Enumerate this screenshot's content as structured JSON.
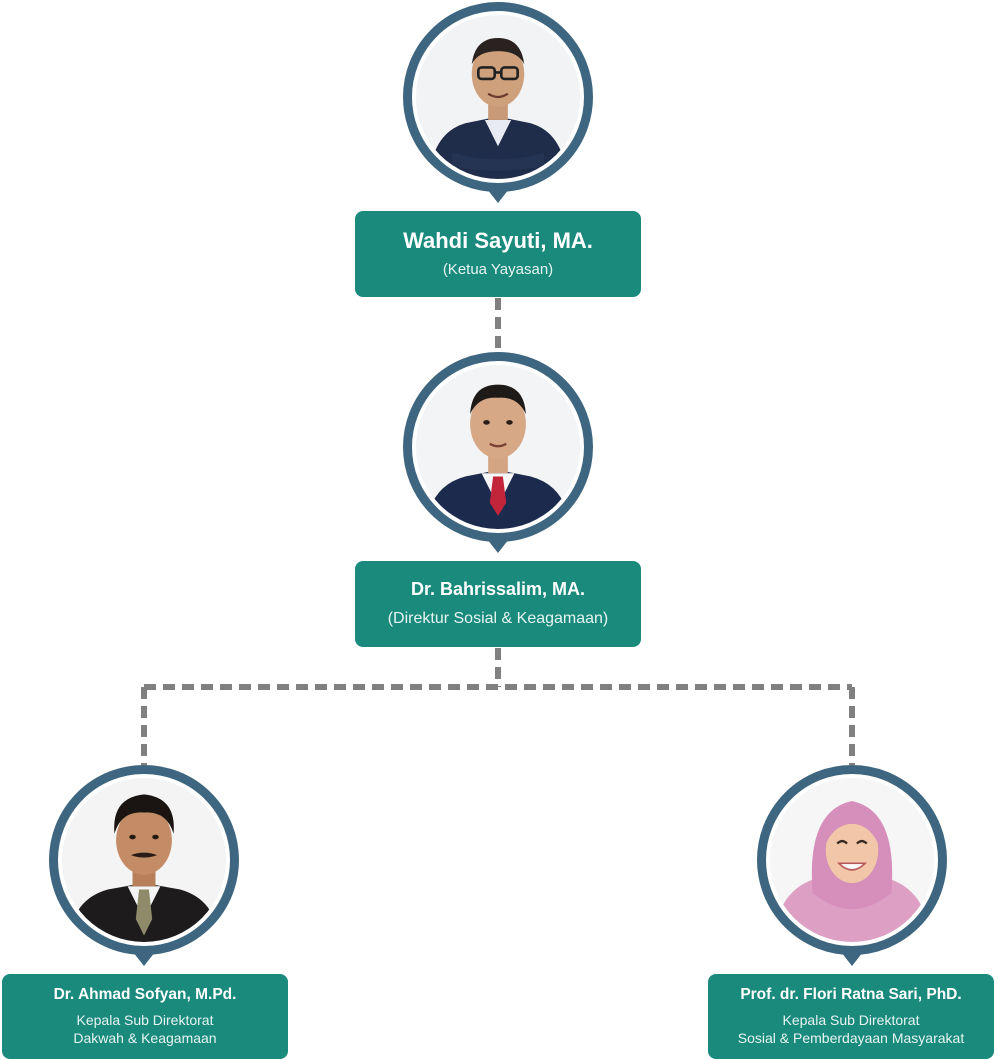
{
  "colors": {
    "card": "#1a8a7d",
    "ring": "#3e6680",
    "connector": "#808080"
  },
  "top": {
    "name": "Wahdi Sayuti, MA.",
    "role": "(Ketua Yayasan)",
    "photo": "portrait-man-glasses-navy-suit"
  },
  "director": {
    "name": "Dr. Bahrissalim, MA.",
    "role": "(Direktur Sosial & Keagamaan)",
    "photo": "portrait-man-navy-suit-red-tie"
  },
  "left": {
    "name": "Dr. Ahmad Sofyan, M.Pd.",
    "role_line1": "Kepala Sub Direktorat",
    "role_line2": "Dakwah & Keagamaan",
    "photo": "portrait-man-mustache-dark-suit"
  },
  "right": {
    "name": "Prof. dr. Flori Ratna Sari, PhD.",
    "role_line1": "Kepala Sub Direktorat",
    "role_line2": "Sosial & Pemberdayaan Masyarakat",
    "photo": "portrait-woman-pink-hijab"
  }
}
